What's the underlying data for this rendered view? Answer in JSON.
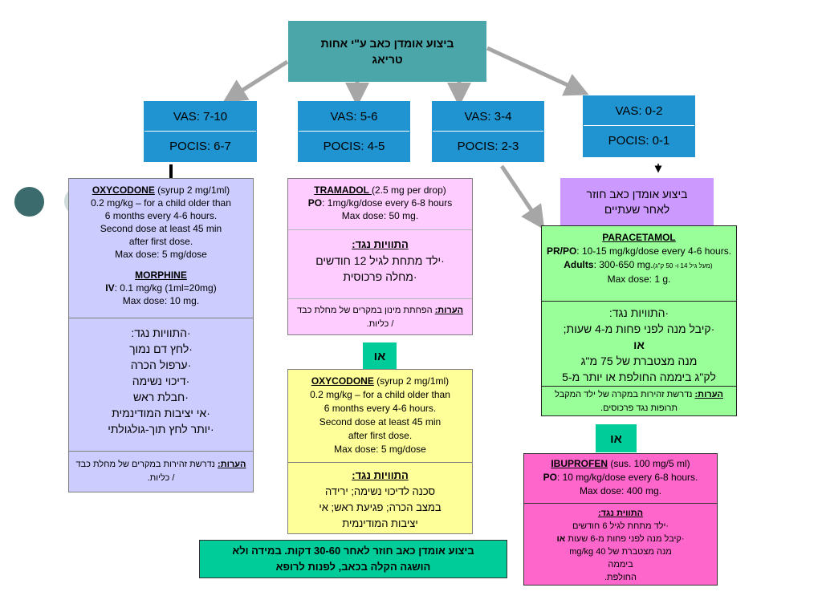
{
  "top": {
    "line1": "ביצוע אומדן כאב ע\"י אחות",
    "line2": "טריאג"
  },
  "vas_columns": [
    {
      "vas": "VAS:  7-10",
      "pocis": "POCIS:  6-7"
    },
    {
      "vas": "VAS:  5-6",
      "pocis": "POCIS:  4-5"
    },
    {
      "vas": "VAS:  3-4",
      "pocis": "POCIS:  2-3"
    },
    {
      "vas": "VAS:  0-2",
      "pocis": "POCIS:  0-1"
    }
  ],
  "severe": {
    "oxy_title": "OXYCODONE",
    "oxy_note": "  (syrup 2 mg/1ml)",
    "oxy_lines": [
      "0.2 mg/kg – for a child older than",
      "6 months every 4-6 hours.",
      "Second dose at least 45 min",
      "after first dose.",
      "Max dose: 5 mg/dose"
    ],
    "morph_title": "MORPHINE",
    "morph_route": "IV",
    "morph_dose": ": 0.1 mg/kg  (1ml=20mg)",
    "morph_max": "Max dose: 10 mg.",
    "contra": [
      "·התוויות נגד:",
      "·לחץ דם נמוך",
      "·ערפול הכרה",
      "·דיכוי נשימה",
      "·חבלת ראש",
      "·אי יציבות המודינמית",
      "·יותר לחץ תוך-גולגולתי"
    ],
    "note_label": "הערות:",
    "note_text": " נדרשת זהירות במקרים של מחלת כבד / כליות."
  },
  "moderate": {
    "tram_title": "TRAMADOL ",
    "tram_note": " (2.5 mg per drop)",
    "tram_route": "PO",
    "tram_dose": ": 1mg/kg/dose every 6-8 hours",
    "tram_max": "Max dose: 50 mg.",
    "contra_title": "התוויות נגד:",
    "contra": [
      "·ילד מתחת לגיל 12 חודשים",
      "·מחלה פרכוסית"
    ],
    "note_label": "הערות:",
    "note_text": " הפחתת מינון במקרים של מחלת כבד / כליות.",
    "or_label": "או",
    "oxy_title": "OXYCODONE",
    "oxy_note": "  (syrup 2 mg/1ml)",
    "oxy_lines": [
      "0.2 mg/kg – for a child older than",
      "6 months every 4-6 hours.",
      "Second dose at least 45 min",
      "after first dose.",
      "Max dose: 5 mg/dose"
    ],
    "oxy_contra_title": "התוויות נגד:",
    "oxy_contra": [
      "סכנה לדיכוי נשימה; ירידה",
      "במצב הכרה; פגיעת ראש; אי",
      "יציבות המודינמית"
    ]
  },
  "mild_reassess": {
    "line1": "ביצוע אומדן כאב חוזר",
    "line2": "לאחר שעתיים"
  },
  "para": {
    "title": "PARACETAMOL",
    "route": "PR/PO",
    "dose": ": 10-15 mg/kg/dose every     4-6 hours.",
    "adults_label": "Adults",
    "adults_dose": ": 300-650 mg.",
    "adults_small": " (מעל גיל 14 ו- 50 ק\"ג)",
    "max": "Max dose: 1 g.",
    "contra_title": "·התוויות נגד:",
    "contra1": "·קיבל מנה לפני פחות מ-4 שעות;",
    "contra_or": "או",
    "contra2": "מנה מצטברת של  75 מ\"ג",
    "contra3": "לק\"ג ביממה החולפת או יותר מ-5",
    "note_label": "הערות:",
    "note_text": " נדרשת זהירות במקרה של ילד המקבל תרופות נגד פרכוסים."
  },
  "or_right": "או",
  "ibu": {
    "title": "IBUPROFEN",
    "title_note": " (sus. 100 mg/5 ml)",
    "route": "PO",
    "dose": ": 10 mg/kg/dose every 6-8 hours.",
    "max": "Max dose: 400 mg.",
    "contra_title": "התווית נגד:",
    "contra": [
      "·ילד מתחת לגיל 6 חודשים",
      "·קיבל מנה לפני פחות מ-6 שעות ",
      "מנה מצטברת של 40 mg/kg",
      "ביממה",
      "החולפת."
    ],
    "contra_or": "או"
  },
  "bottom": {
    "line1": "ביצוע אומדן כאב חוזר לאחר 30-60 דקות. במידה ולא",
    "line2": "הושגה הקלה בכאב, לפנות לרופא"
  },
  "colors": {
    "teal": "#4ba6a9",
    "blue": "#1f94d1",
    "lavender": "#ccccff",
    "pink": "#ffccff",
    "yellow": "#ffff99",
    "green": "#99ff99",
    "purple": "#cc99ff",
    "magenta": "#ff66cc",
    "or_green": "#00cc99"
  }
}
